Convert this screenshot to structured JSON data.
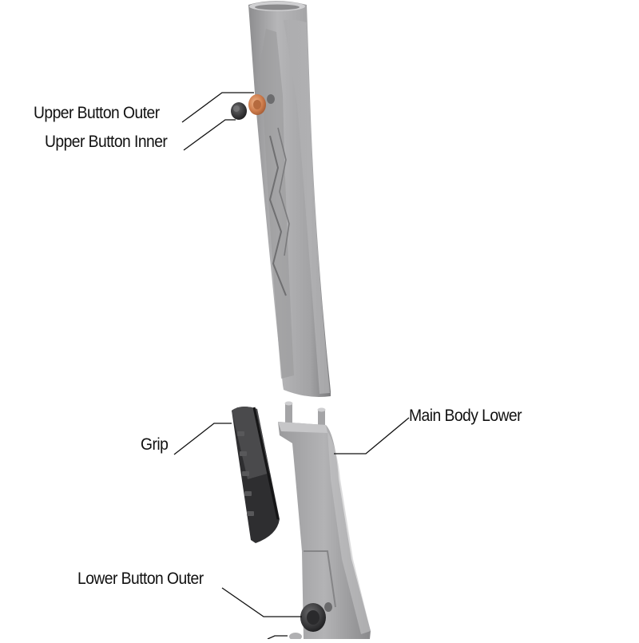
{
  "diagram": {
    "labels": {
      "upper_button_outer": "Upper Button Outer",
      "upper_button_inner": "Upper Button Inner",
      "grip": "Grip",
      "main_body_lower": "Main Body Lower",
      "lower_button_outer": "Lower Button Outer"
    },
    "colors": {
      "body_metal": "#a6a6a8",
      "body_highlight": "#d4d4d6",
      "body_shadow": "#7e7e80",
      "copper": "#cc7a4a",
      "grip_dark": "#3a3a3c",
      "leader": "#111111"
    }
  }
}
